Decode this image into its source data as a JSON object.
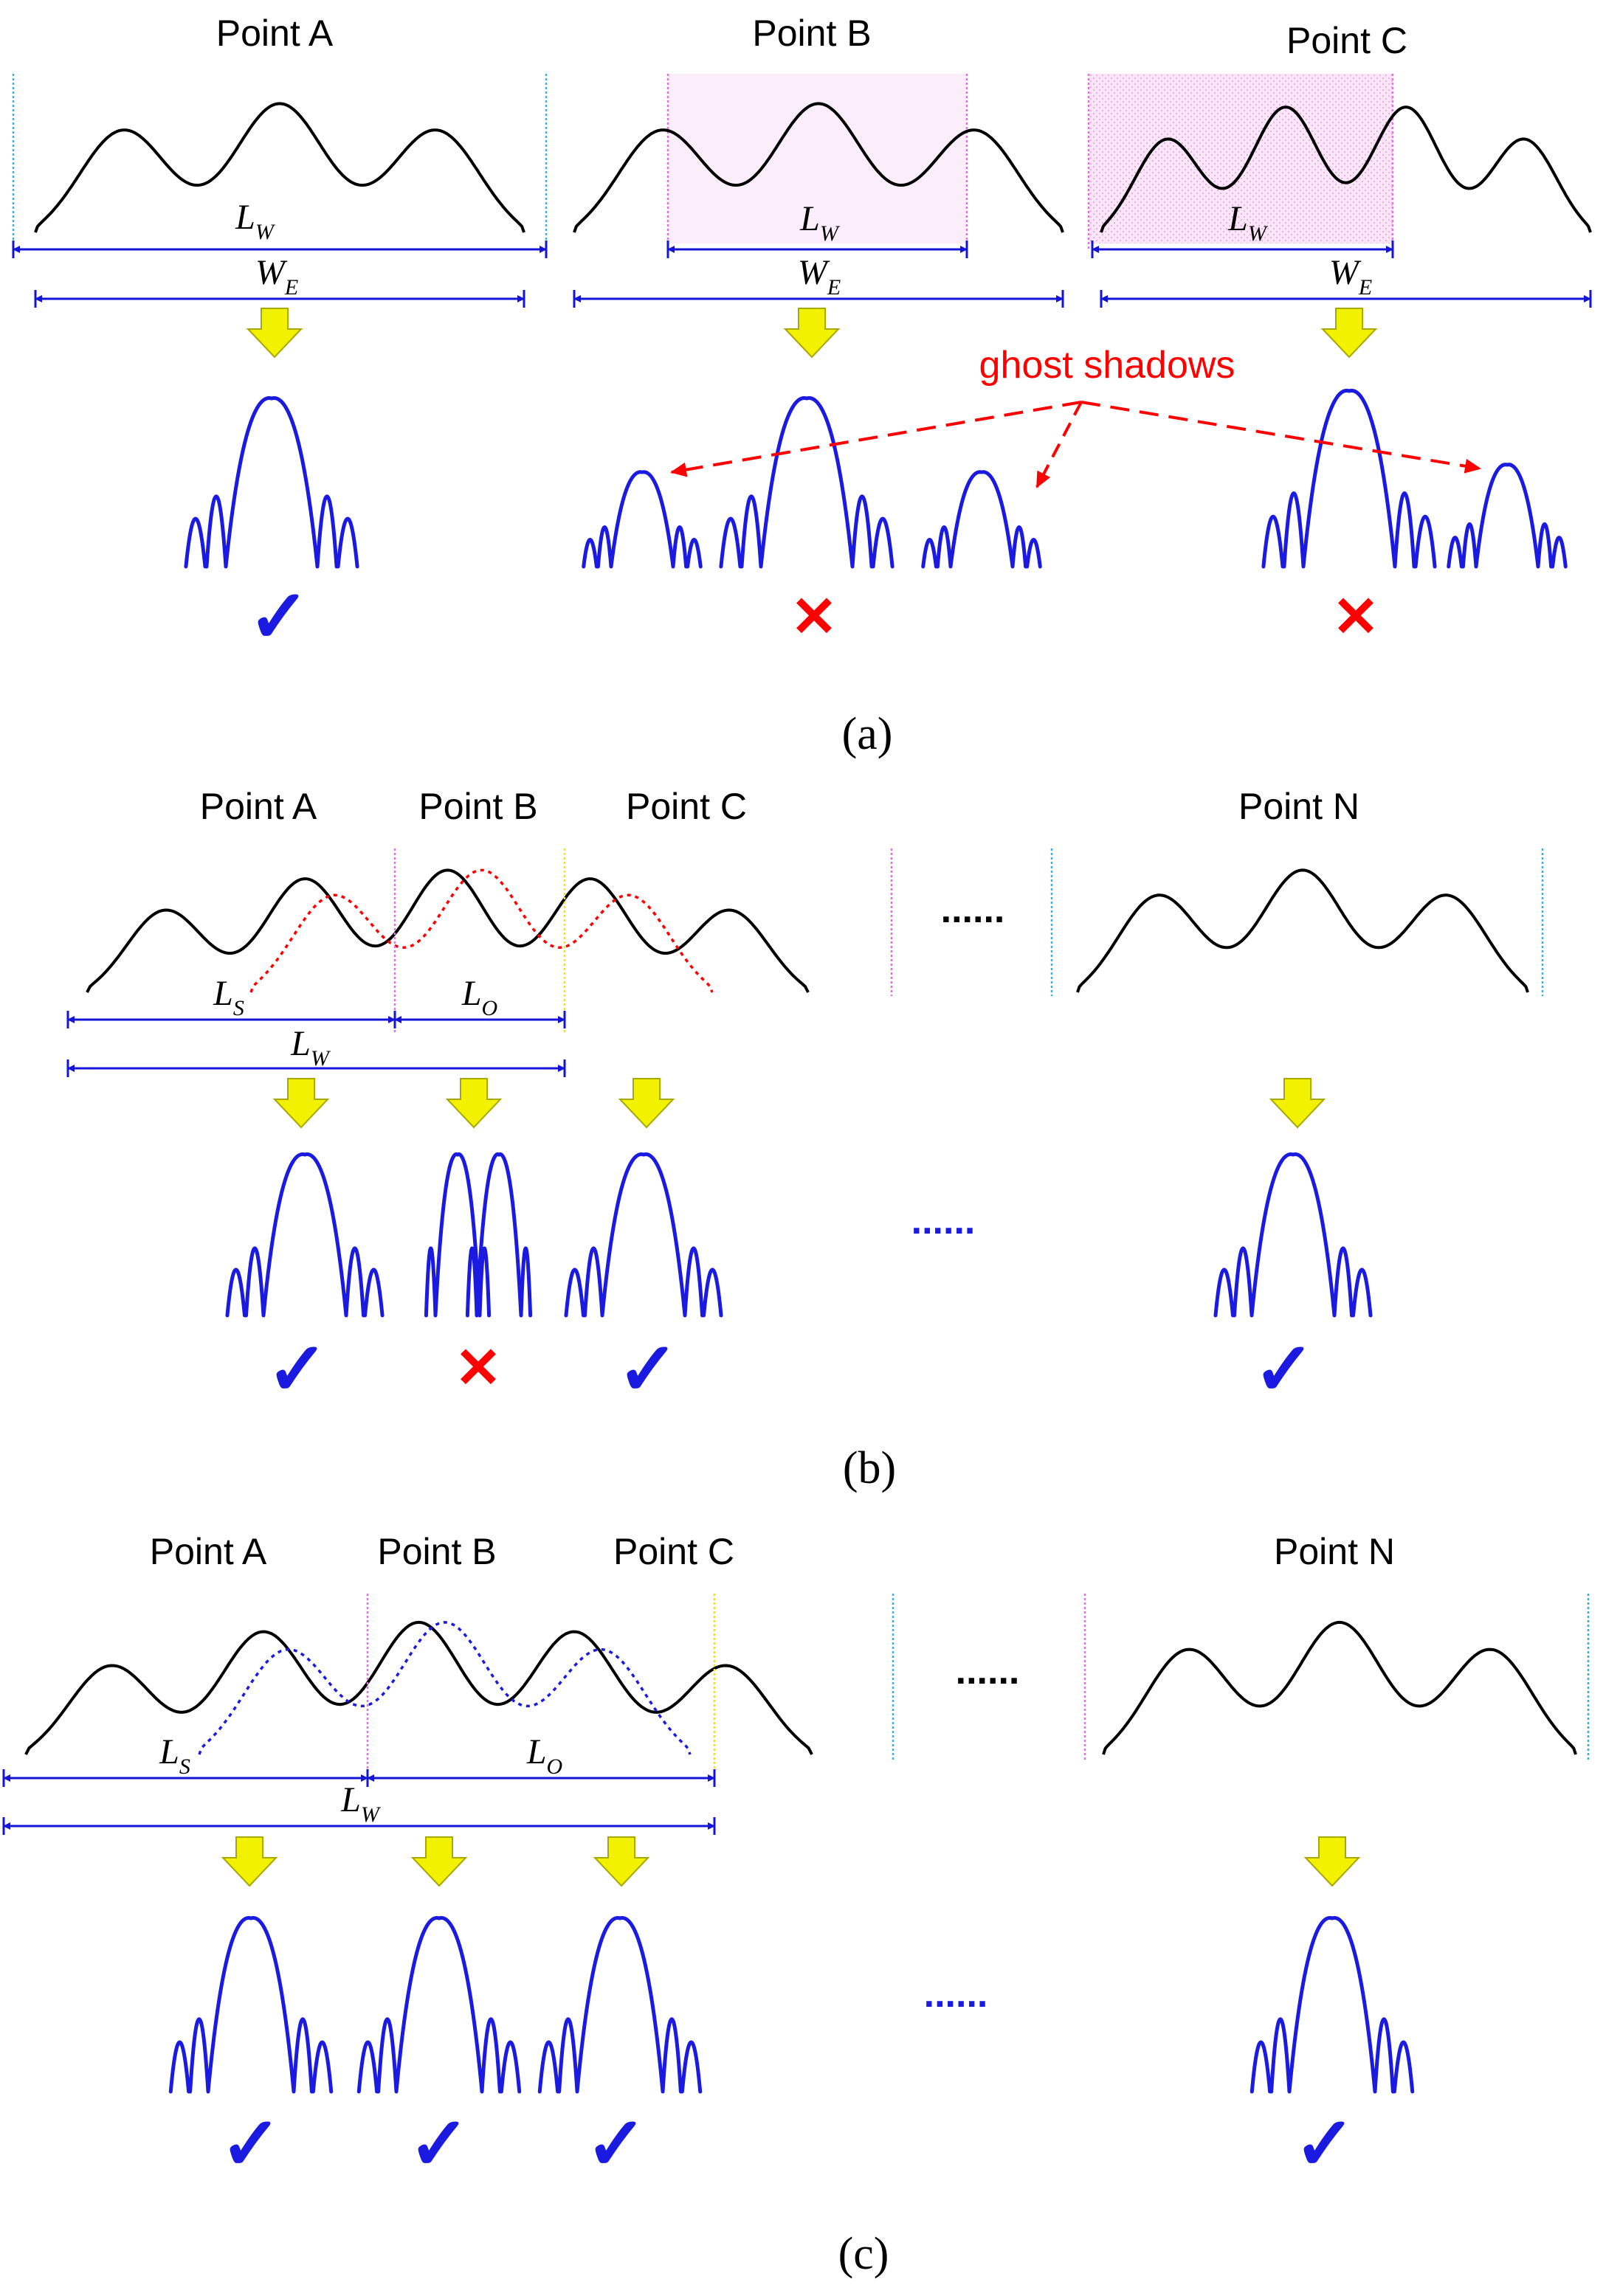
{
  "colors": {
    "curve": "#000000",
    "dim": "#1515d8",
    "psf": "#1a1ae0",
    "arrow_fill": "#f2f200",
    "arrow_stroke": "#a8a800",
    "red": "#ff0000",
    "cyan": "#3ab0e0",
    "magenta": "#e070e0",
    "yellow": "#f0e020",
    "shade": "#f6d8f2",
    "check": "#1a1ae0"
  },
  "panel_a": {
    "caption": "(a)",
    "point_a": "Point A",
    "point_b": "Point B",
    "point_c": "Point C",
    "lw": "L",
    "lw_sub": "W",
    "we": "W",
    "we_sub": "E",
    "ghost_label": "ghost shadows",
    "check_mark": "✓",
    "cross_mark": "✕"
  },
  "panel_b": {
    "caption": "(b)",
    "point_a": "Point A",
    "point_b": "Point B",
    "point_c": "Point C",
    "point_n": "Point N",
    "ls": "L",
    "ls_sub": "S",
    "lo": "L",
    "lo_sub": "O",
    "lw": "L",
    "lw_sub": "W",
    "dots_top": "......",
    "dots_bottom": "......"
  },
  "panel_c": {
    "caption": "(c)",
    "point_a": "Point A",
    "point_b": "Point B",
    "point_c": "Point C",
    "point_n": "Point N",
    "ls": "L",
    "ls_sub": "S",
    "lo": "L",
    "lo_sub": "O",
    "lw": "L",
    "lw_sub": "W",
    "dots_top": "......",
    "dots_bottom": "......"
  }
}
